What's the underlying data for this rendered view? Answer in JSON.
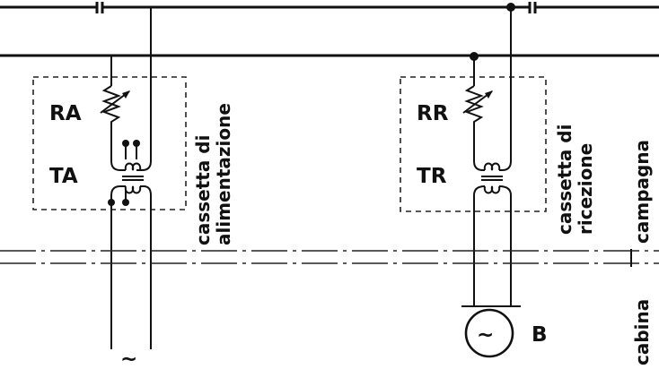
{
  "labels": {
    "ra": "RA",
    "ta": "TA",
    "rr": "RR",
    "tr": "TR",
    "b": "B",
    "feed_box_line1": "cassetta di",
    "feed_box_line2": "alimentazione",
    "recv_box_line1": "cassetta di",
    "recv_box_line2": "ricezione",
    "zone_field": "campagna",
    "zone_cabin": "cabina",
    "source_symbol": "~",
    "generator_symbol": "~"
  }
}
